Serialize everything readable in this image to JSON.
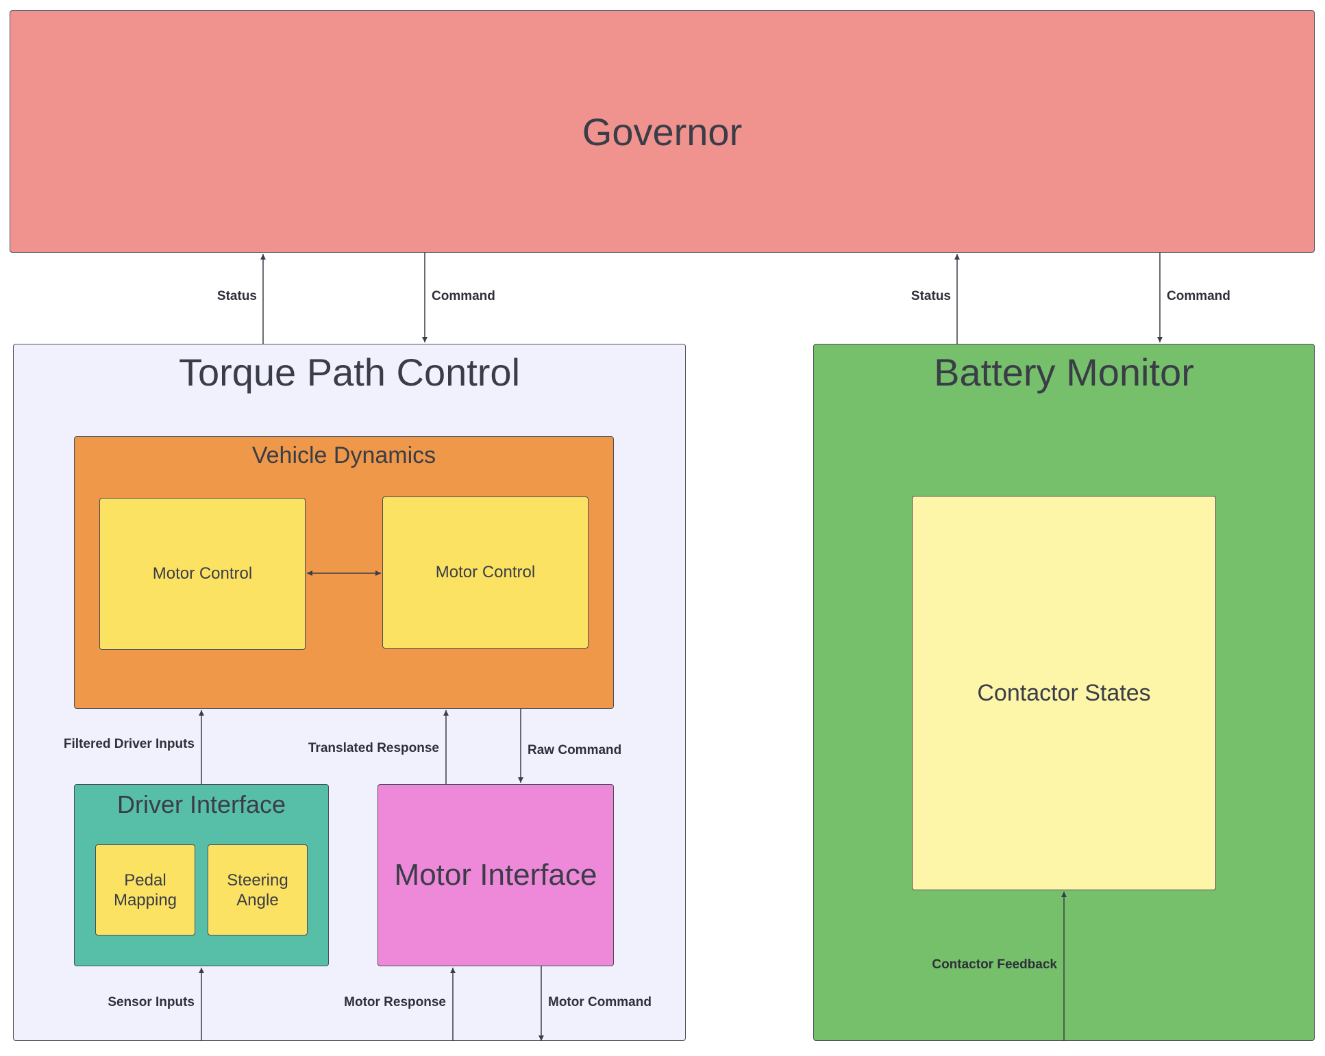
{
  "colors": {
    "governor": "#f0938f",
    "torque_path": "#f1f1fd",
    "vehicle_dynamics": "#ef9849",
    "module_yellow": "#fbe262",
    "driver_interface": "#57bea7",
    "motor_interface": "#ee88d8",
    "battery_monitor": "#76c06b",
    "contactor_states": "#fdf5a8",
    "line": "#3a3d47"
  },
  "governor": {
    "title": "Governor"
  },
  "torque_path": {
    "title": "Torque Path Control",
    "vehicle_dynamics": {
      "title": "Vehicle Dynamics",
      "motor_control_left": "Motor Control",
      "motor_control_right": "Motor Control"
    },
    "driver_interface": {
      "title": "Driver Interface",
      "pedal_mapping": "Pedal Mapping",
      "steering_angle": "Steering Angle"
    },
    "motor_interface": {
      "title": "Motor Interface"
    }
  },
  "battery_monitor": {
    "title": "Battery Monitor",
    "contactor_states": "Contactor States"
  },
  "connections": {
    "torque_status": "Status",
    "torque_command": "Command",
    "battery_status": "Status",
    "battery_command": "Command",
    "filtered_driver_inputs": "Filtered Driver Inputs",
    "translated_response": "Translated Response",
    "raw_command": "Raw Command",
    "sensor_inputs": "Sensor Inputs",
    "motor_response": "Motor Response",
    "motor_command": "Motor Command",
    "contactor_feedback": "Contactor Feedback"
  }
}
